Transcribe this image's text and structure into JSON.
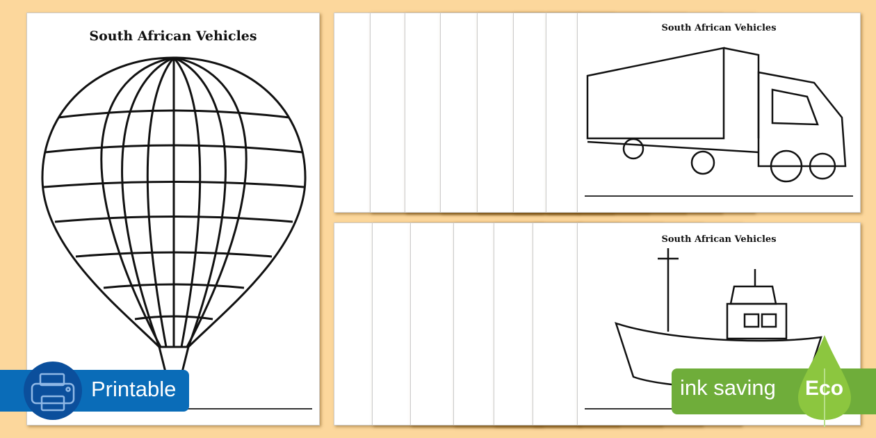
{
  "left_page": {
    "title": "South African Vehicles",
    "subject": "hot-air-balloon"
  },
  "top_set": {
    "title": "South African Vehicles",
    "subject": "truck",
    "back_pages": 7
  },
  "bottom_set": {
    "title": "South African Vehicles",
    "subject": "fishing-boat",
    "back_pages": 6
  },
  "badges": {
    "printable": "Printable",
    "ink_saving": "ink saving",
    "eco": "Eco"
  },
  "colors": {
    "background": "#fcd79c",
    "printable": "#0a6cb8",
    "eco": "#6fad3a"
  }
}
